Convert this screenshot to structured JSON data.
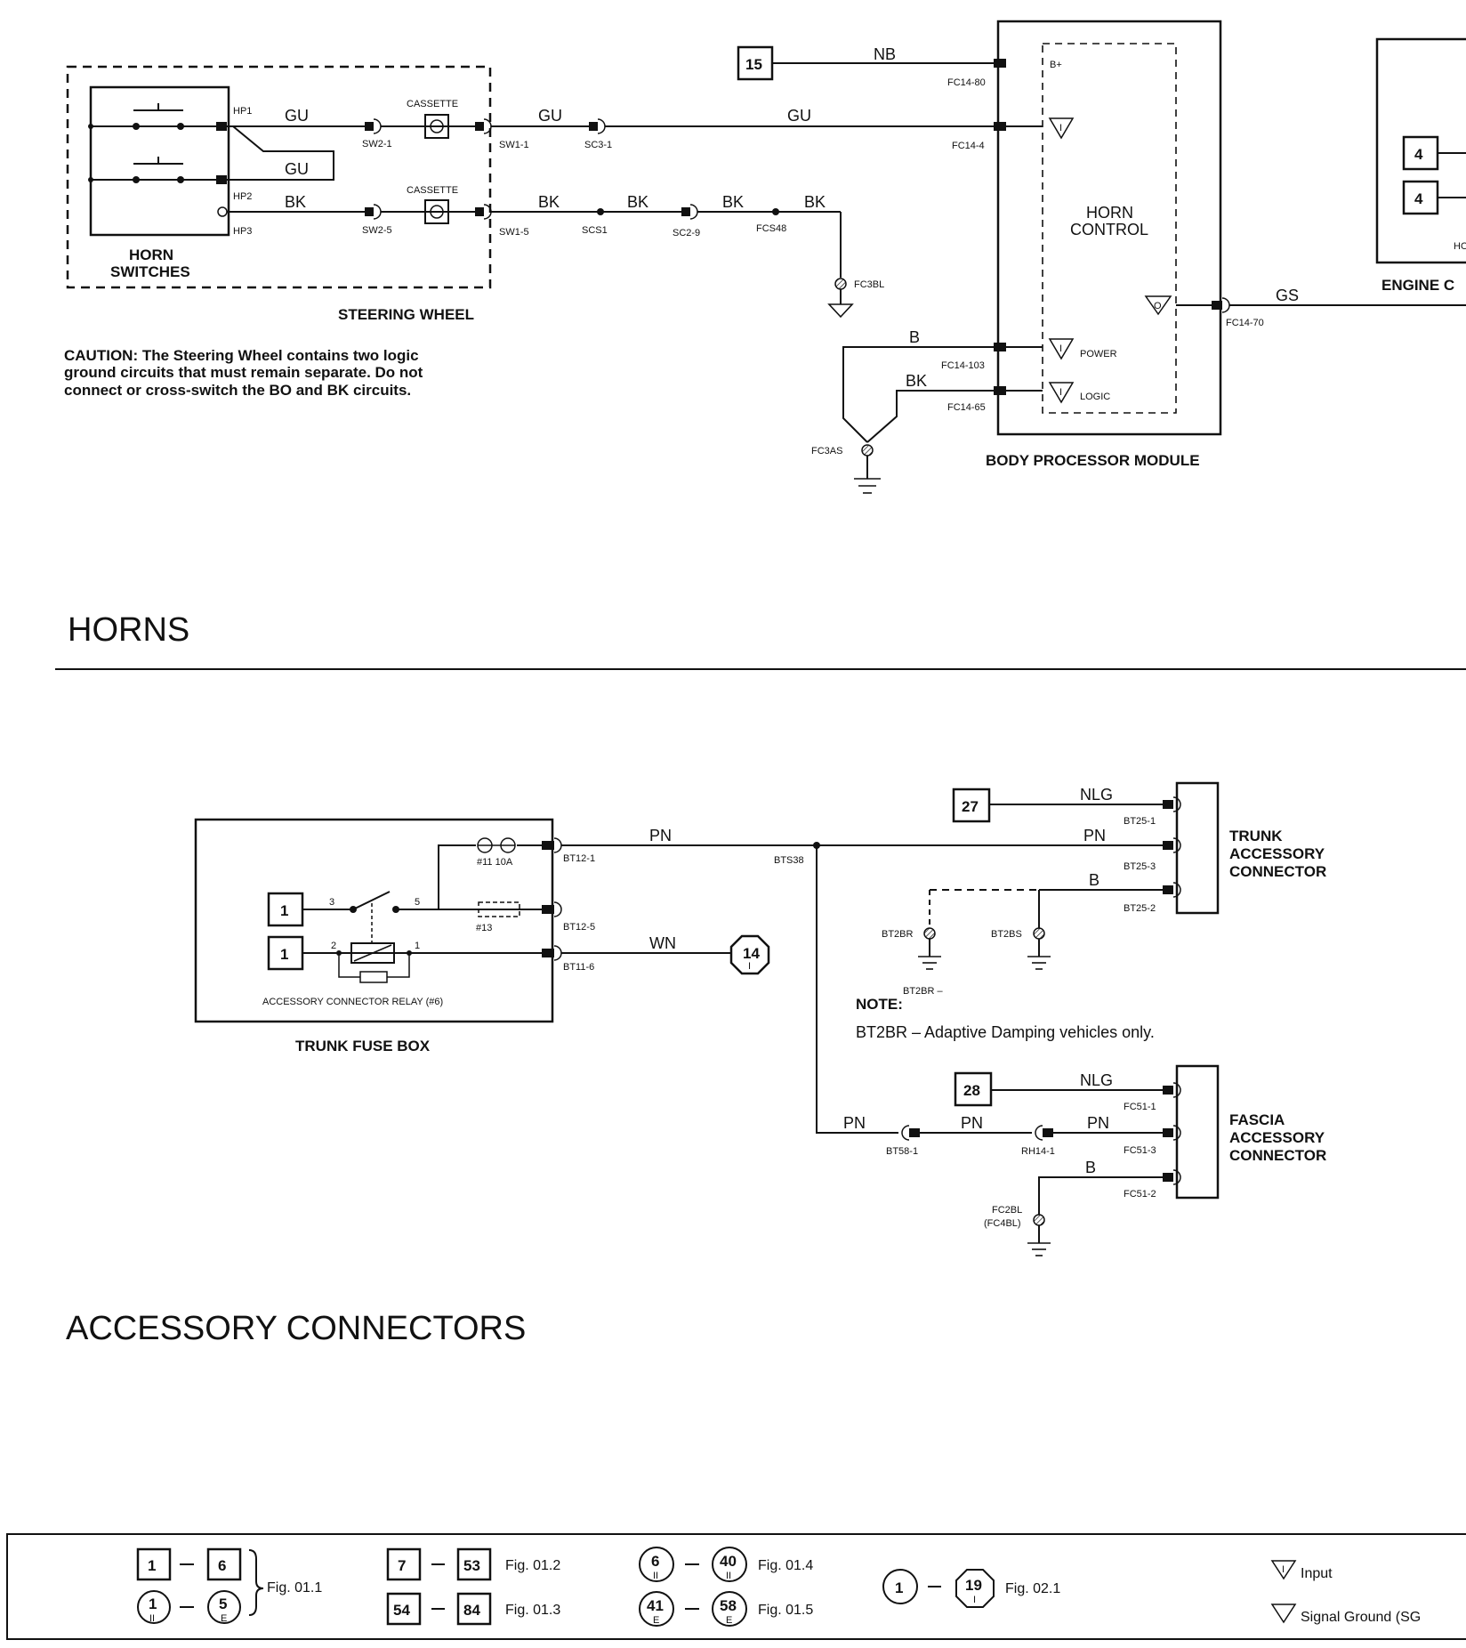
{
  "sections": {
    "horns": "HORNS",
    "accessory": "ACCESSORY CONNECTORS"
  },
  "horns": {
    "horn_switches_label": [
      "HORN",
      "SWITCHES"
    ],
    "steering_wheel_label": "STEERING WHEEL",
    "caution": [
      "CAUTION:  The Steering Wheel contains two logic",
      "ground circuits that must remain separate.  Do not",
      "connect or cross-switch the BO and BK circuits."
    ],
    "cassette": "CASSETTE",
    "bpm_label": "BODY PROCESSOR MODULE",
    "horn_control": [
      "HORN",
      "CONTROL"
    ],
    "power": "POWER",
    "logic": "LOGIC",
    "bplus": "B+",
    "engine_label": "ENGINE C",
    "engine_conn_frag": "HO",
    "ref_15": "15",
    "ref_4a": "4",
    "ref_4b": "4",
    "wires": {
      "gu": "GU",
      "bk": "BK",
      "nb": "NB",
      "b": "B",
      "gs": "GS"
    },
    "pins": {
      "hp1": "HP1",
      "hp2": "HP2",
      "hp3": "HP3",
      "sw2_1": "SW2-1",
      "sw2_5": "SW2-5",
      "sw1_1": "SW1-1",
      "sw1_5": "SW1-5",
      "sc3_1": "SC3-1",
      "scs1": "SCS1",
      "sc2_9": "SC2-9",
      "fcs48": "FCS48",
      "fc3bl": "FC3BL",
      "fc14_80": "FC14-80",
      "fc14_4": "FC14-4",
      "fc14_103": "FC14-103",
      "fc14_65": "FC14-65",
      "fc14_70": "FC14-70",
      "fc3as": "FC3AS"
    }
  },
  "accessory": {
    "trunk_fuse_box": "TRUNK FUSE BOX",
    "relay_label": "ACCESSORY CONNECTOR RELAY (#6)",
    "fuse11": "#11 10A",
    "fuse13": "#13",
    "trunk_connector": [
      "TRUNK",
      "ACCESSORY",
      "CONNECTOR"
    ],
    "fascia_connector": [
      "FASCIA",
      "ACCESSORY",
      "CONNECTOR"
    ],
    "note_title": "NOTE:",
    "note_small": "BT2BR –",
    "note_text": "BT2BR – Adaptive Damping vehicles only.",
    "ref_1a": "1",
    "ref_1b": "1",
    "ref_14": "14",
    "ref_14_sub": "I",
    "ref_27": "27",
    "ref_28": "28",
    "relay_pins": {
      "p3": "3",
      "p5": "5",
      "p2": "2",
      "p1": "1"
    },
    "wires": {
      "pn": "PN",
      "wn": "WN",
      "nlg": "NLG",
      "b": "B"
    },
    "pins": {
      "bt12_1": "BT12-1",
      "bt12_5": "BT12-5",
      "bt11_6": "BT11-6",
      "bts38": "BTS38",
      "bt25_1": "BT25-1",
      "bt25_3": "BT25-3",
      "bt25_2": "BT25-2",
      "bt2br": "BT2BR",
      "bt2bs": "BT2BS",
      "bt58_1": "BT58-1",
      "rh14_1": "RH14-1",
      "fc51_1": "FC51-1",
      "fc51_3": "FC51-3",
      "fc51_2": "FC51-2",
      "fc2bl": "FC2BL",
      "fc4bl": "(FC4BL)"
    }
  },
  "legend": {
    "g1": {
      "a": "1",
      "b": "6",
      "c": "1",
      "c_sub": "II",
      "d": "5",
      "d_sub": "E",
      "fig": "Fig. 01.1"
    },
    "g2": {
      "a": "7",
      "b": "53",
      "fig": "Fig. 01.2"
    },
    "g3": {
      "a": "54",
      "b": "84",
      "fig": "Fig. 01.3"
    },
    "g4": {
      "a": "6",
      "a_sub": "II",
      "b": "40",
      "b_sub": "II",
      "fig": "Fig. 01.4"
    },
    "g5": {
      "a": "41",
      "a_sub": "E",
      "b": "58",
      "b_sub": "E",
      "fig": "Fig. 01.5"
    },
    "g6": {
      "a": "1",
      "b": "19",
      "b_sub": "I",
      "fig": "Fig. 02.1"
    },
    "input": "Input",
    "signal_ground": "Signal Ground (SG"
  }
}
